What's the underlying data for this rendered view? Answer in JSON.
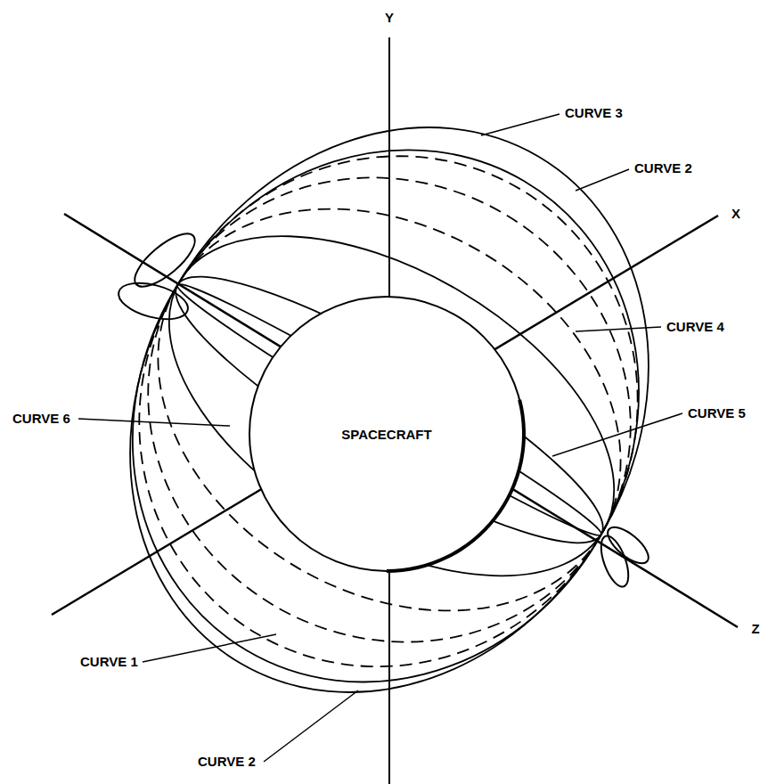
{
  "diagram": {
    "nodes": [
      {
        "text": [
          "SPACECRAFT"
        ]
      }
    ],
    "labels": [
      "Y",
      "X",
      "Z",
      "CURVE 3",
      "CURVE 2",
      "CURVE 4",
      "CURVE 5",
      "CURVE 6",
      "CURVE 1",
      "CURVE 2"
    ]
  }
}
